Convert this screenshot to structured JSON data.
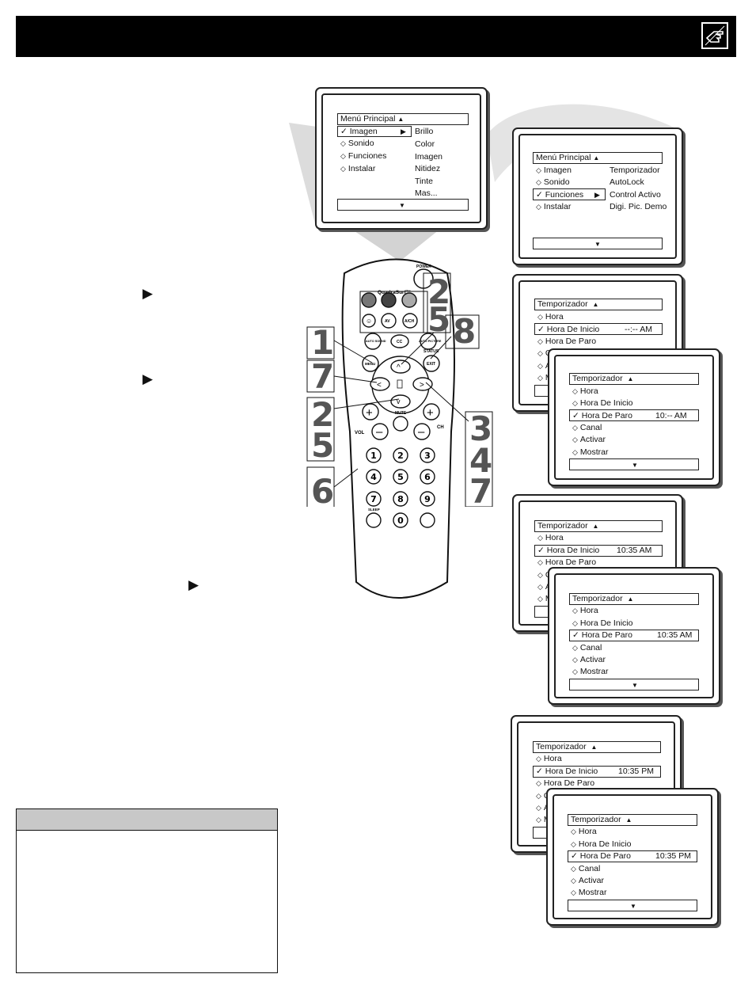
{
  "icons": {
    "header": "hand-pointer-icon",
    "step_arrow": "triangle-right-icon"
  },
  "colors": {
    "header_bg": "#000000",
    "cone": "#d9d9d9",
    "numbers": "#555555"
  },
  "screen1": {
    "header": "Menú Principal",
    "items": [
      "Imagen",
      "Sonido",
      "Funciones",
      "Instalar"
    ],
    "sub": [
      "Brillo",
      "Color",
      "Imagen",
      "Nitidez",
      "Tinte",
      "Mas..."
    ]
  },
  "screen2": {
    "header": "Menú Principal",
    "items": [
      "Imagen",
      "Sonido",
      "Funciones",
      "Instalar"
    ],
    "sub": [
      "Temporizador",
      "AutoLock",
      "Control Activo",
      "Digi. Pic. Demo"
    ]
  },
  "timer": {
    "header": "Temporizador",
    "items": [
      "Hora",
      "Hora De Inicio",
      "Hora De Paro",
      "Canal",
      "Activar",
      "Mostrar"
    ],
    "back_items": [
      "C",
      "A",
      "M"
    ]
  },
  "values": {
    "start_blank": "--:-- AM",
    "stop_blank": "10:--  AM",
    "am": "10:35  AM",
    "pm": "10:35  PM"
  },
  "remote": {
    "power": "POWER",
    "brand": "QuadraSurf™",
    "av": "AV",
    "ach": "A/CH",
    "auto_sound": "AUTO SOUND",
    "cc": "CC",
    "picture": "AUTO PICTURE",
    "status": "STATUS",
    "exit": "EXIT",
    "menu": "MENU",
    "mute": "MUTE",
    "vol": "VOL",
    "ch": "CH",
    "sleep": "SLEEP",
    "keys": [
      "1",
      "2",
      "3",
      "4",
      "5",
      "6",
      "7",
      "8",
      "9",
      "0"
    ]
  },
  "step_numbers": [
    "1",
    "2",
    "5",
    "8",
    "7",
    "2",
    "5",
    "3",
    "4",
    "7",
    "6"
  ]
}
